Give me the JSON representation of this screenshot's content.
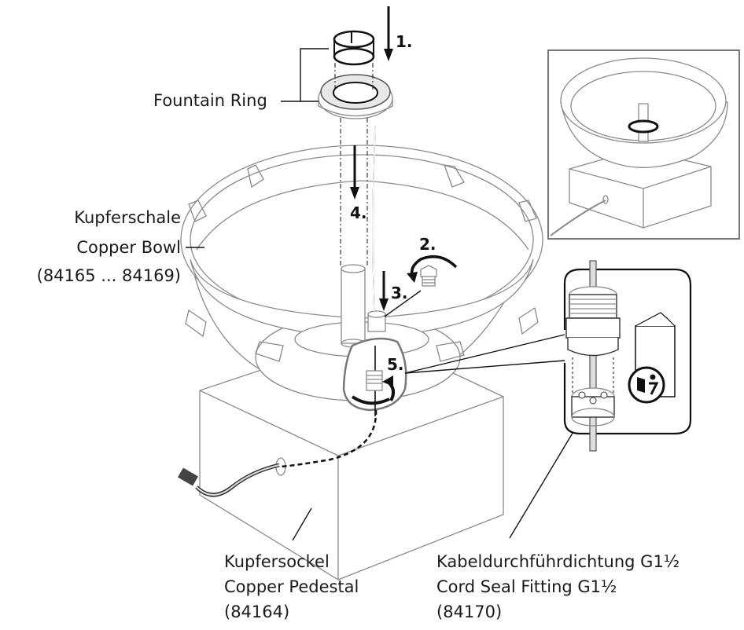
{
  "diagram": {
    "type": "assembly-instructions",
    "steps": [
      "1.",
      "2.",
      "3.",
      "4.",
      "5."
    ],
    "labels": {
      "fountain_ring": "Fountain Ring",
      "bowl": {
        "line1": "Kupferschale",
        "line2": "Copper Bowl",
        "line3": "(84165 ... 84169)"
      },
      "pedestal": {
        "line1": "Kupfersockel",
        "line2": "Copper Pedestal",
        "line3": "(84164)"
      },
      "seal": {
        "line1": "Kabeldurchführdichtung G1½",
        "line2": "Cord Seal Fitting G1½",
        "line3": "(84170)"
      }
    },
    "icons": [
      "manual-booklet-icon",
      "read-instructions-icon"
    ],
    "colors": {
      "line": "#8a8a8a",
      "ink": "#111111",
      "background": "#ffffff"
    }
  }
}
